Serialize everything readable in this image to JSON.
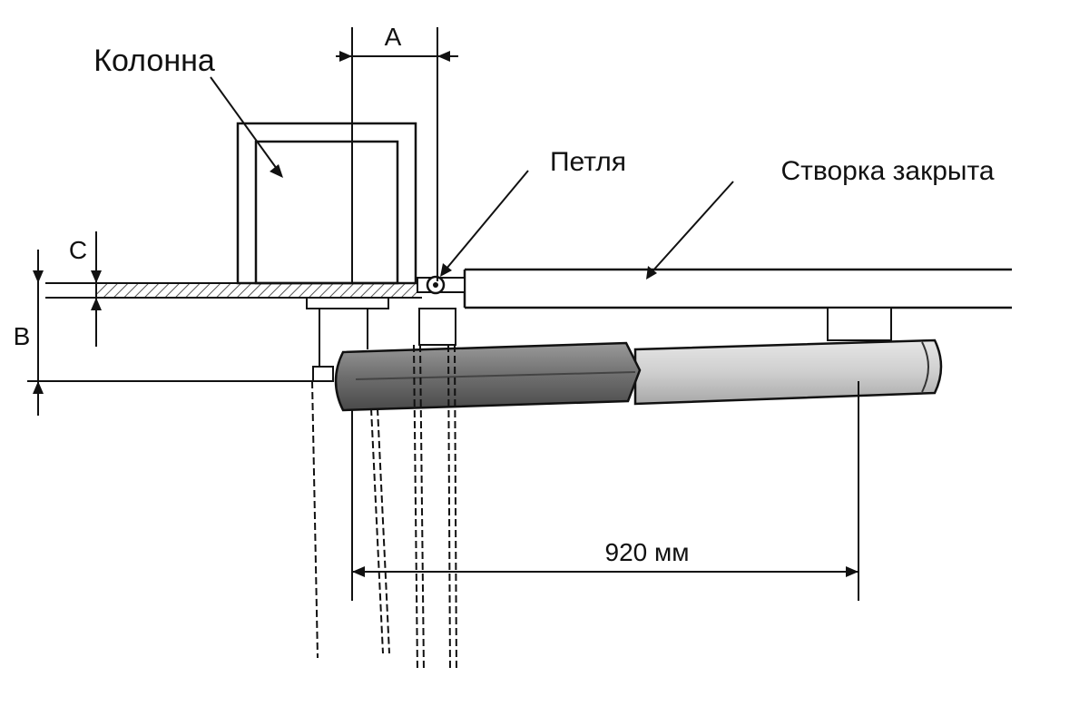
{
  "labels": {
    "column": "Колонна",
    "hinge": "Петля",
    "leaf_closed": "Створка закрыта",
    "dim_a": "A",
    "dim_b": "B",
    "dim_c": "C",
    "dim_920": "920 мм"
  },
  "colors": {
    "ink": "#111111",
    "actuator_dark": "#6e6e6e",
    "actuator_light": "#cfcfcf",
    "hatch": "#555555",
    "background": "#ffffff"
  }
}
